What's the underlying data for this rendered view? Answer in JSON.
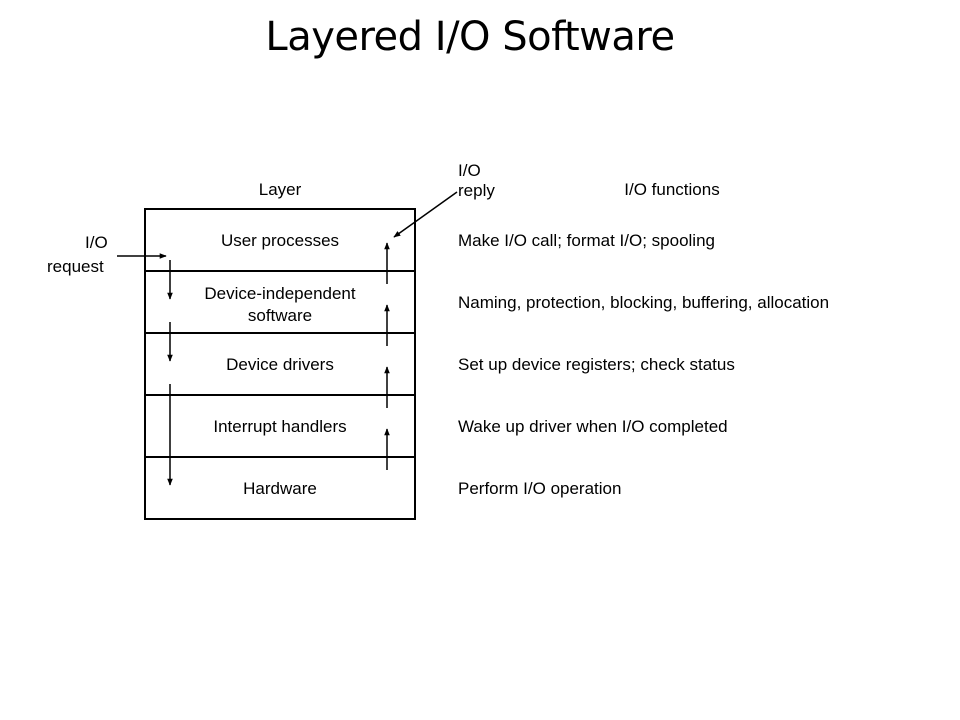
{
  "title": "Layered I/O Software",
  "headers": {
    "layer": "Layer",
    "functions": "I/O functions"
  },
  "request_label": [
    "I/O",
    "request"
  ],
  "reply_label": [
    "I/O",
    "reply"
  ],
  "layers": [
    {
      "name": [
        "User processes"
      ],
      "function": "Make I/O call; format I/O; spooling"
    },
    {
      "name": [
        "Device-independent",
        "software"
      ],
      "function": "Naming, protection, blocking, buffering, allocation"
    },
    {
      "name": [
        "Device drivers"
      ],
      "function": "Set up device registers; check status"
    },
    {
      "name": [
        "Interrupt handlers"
      ],
      "function": "Wake up driver when I/O completed"
    },
    {
      "name": [
        "Hardware"
      ],
      "function": "Perform I/O operation"
    }
  ]
}
